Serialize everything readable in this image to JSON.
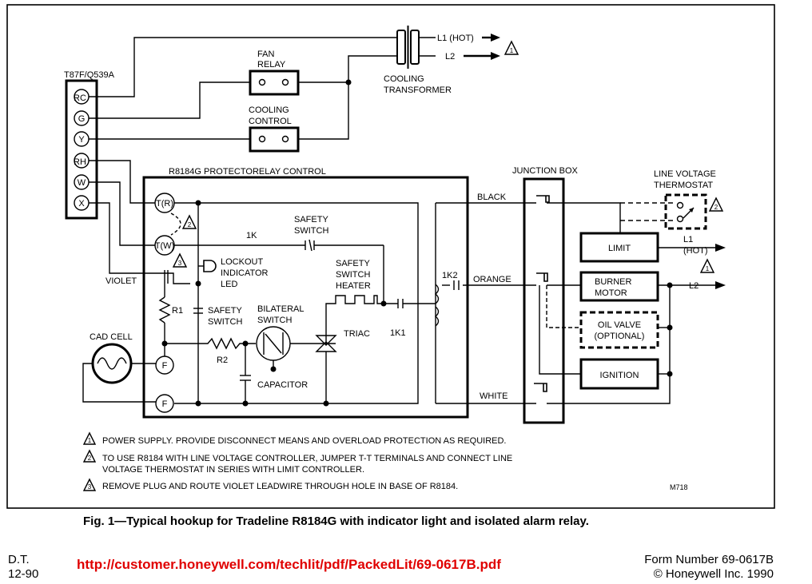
{
  "diagram": {
    "thermostat": {
      "model": "T87F/Q539A",
      "terminals": [
        "RC",
        "G",
        "Y",
        "RH",
        "W",
        "X"
      ]
    },
    "components": {
      "fan_relay": [
        "FAN",
        "RELAY"
      ],
      "cooling_control": [
        "COOLING",
        "CONTROL"
      ],
      "cooling_transformer": [
        "COOLING",
        "TRANSFORMER"
      ],
      "l1_hot_top": "L1 (HOT)",
      "l2_top": "L2",
      "control_title": "R8184G PROTECTORELAY CONTROL",
      "terminal_tr": "T(R)",
      "terminal_tw": "T(W)",
      "terminal_f": "F",
      "k1": "1K",
      "safety_switch_top": [
        "SAFETY",
        "SWITCH"
      ],
      "lockout_led": [
        "LOCKOUT",
        "INDICATOR",
        "LED"
      ],
      "safety_switch_heater": [
        "SAFETY",
        "SWITCH",
        "HEATER"
      ],
      "violet": "VIOLET",
      "r1": "R1",
      "safety_switch_left": [
        "SAFETY",
        "SWITCH"
      ],
      "bilateral_switch": [
        "BILATERAL",
        "SWITCH"
      ],
      "cad_cell": "CAD CELL",
      "r2": "R2",
      "triac": "TRIAC",
      "k1_contact": "1K1",
      "k2_contact": "1K2",
      "capacitor": "CAPACITOR",
      "junction_box": "JUNCTION BOX",
      "black": "BLACK",
      "orange": "ORANGE",
      "white": "WHITE",
      "line_voltage_thermostat": [
        "LINE VOLTAGE",
        "THERMOSTAT"
      ],
      "limit": "LIMIT",
      "l1_hot_right": [
        "L1",
        "(HOT)"
      ],
      "burner_motor": [
        "BURNER",
        "MOTOR"
      ],
      "l2_right": "L2",
      "oil_valve": [
        "OIL VALVE",
        "(OPTIONAL)"
      ],
      "ignition": "IGNITION",
      "figure_code": "M718"
    },
    "notes": [
      {
        "num": "1",
        "lines": [
          "POWER SUPPLY.  PROVIDE DISCONNECT MEANS AND OVERLOAD PROTECTION AS REQUIRED."
        ]
      },
      {
        "num": "2",
        "lines": [
          "TO USE R8184 WITH LINE VOLTAGE CONTROLLER, JUMPER T-T TERMINALS AND CONNECT LINE",
          "VOLTAGE THERMOSTAT IN SERIES WITH LIMIT CONTROLLER."
        ]
      },
      {
        "num": "3",
        "lines": [
          "REMOVE PLUG AND ROUTE VIOLET LEADWIRE THROUGH HOLE IN BASE OF R8184."
        ]
      }
    ]
  },
  "caption": "Fig. 1—Typical hookup for Tradeline R8184G with indicator light and isolated alarm relay.",
  "footer": {
    "doc_type": "D.T.",
    "date": "12-90",
    "url": "http://customer.honeywell.com/techlit/pdf/PackedLit/69-0617B.pdf",
    "form_number": "Form Number 69-0617B",
    "copyright": "© Honeywell Inc. 1990"
  }
}
